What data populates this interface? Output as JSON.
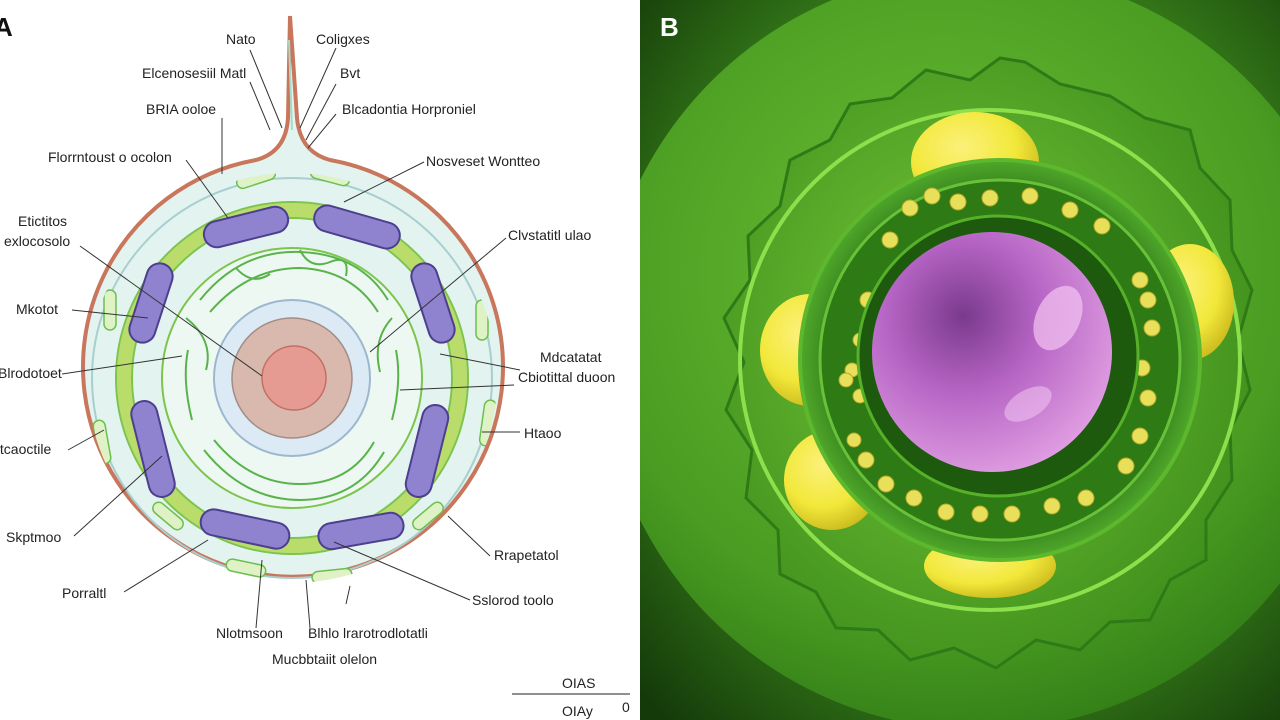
{
  "panel_a": {
    "letter": "A",
    "labels": [
      "Nato",
      "Coligxes",
      "Elcenosesiil Matl",
      "Bvt",
      "BRIA ooloe",
      "Blcadontia Horproniel",
      "Florrntoust o ocolon",
      "Nosveset Wontteo",
      "Etictitos",
      "exlocosolo",
      "Clvstatitl ulao",
      "Mkotot",
      "Mdcatatat",
      "Blrodotoet",
      "Cbiotittal duoon",
      "Htaoo",
      "Itcaoctile",
      "Skptmoo",
      "Rrapetatol",
      "Porraltl",
      "Sslorod toolo",
      "Nlotmsoon",
      "Blhlo lrarotrodlotatli",
      "Mucbbtaiit olelon"
    ],
    "scale_top": "OIAS",
    "scale_bottom": "OIAy",
    "scale_zero": "0"
  },
  "panel_b": {
    "letter": "B"
  },
  "colors": {
    "membrane_outer": "#c8765c",
    "cytoplasm": "#e3f3ef",
    "green_band": "#b9dc6a",
    "organelle_purple": "#8f83cf",
    "nucleus": "#e59b92",
    "render_bg": "#1e4a10",
    "render_green": "#4fa82a",
    "render_yellow": "#f2e83a",
    "render_nucleus": "#c87ad0"
  }
}
